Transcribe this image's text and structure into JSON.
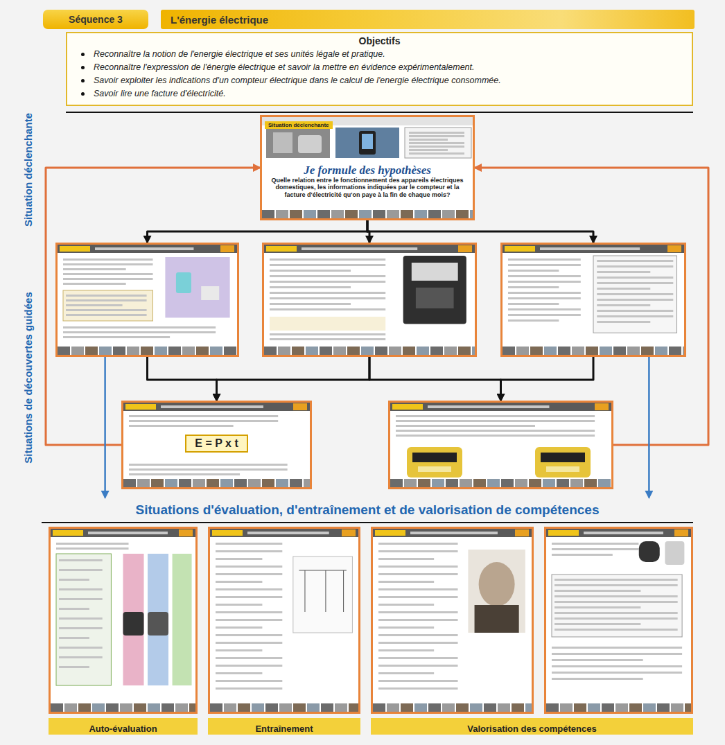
{
  "diagram": {
    "nodes": [
      {
        "text": [
          "Séquence 3"
        ]
      },
      {
        "text": [
          "L'énergie électrique"
        ]
      },
      {
        "text": [
          "Objectifs",
          "Reconnaître la notion de l'energie électrique et ses unités légale et pratique.",
          "Reconnaître l'expression de l'énergie électrique et savoir la mettre en évidence expérimentalement.",
          "Savoir exploiter les indications d'un compteur électrique dans le calcul de l'energie électrique consommée.",
          "Savoir lire une facture d'électricité."
        ]
      },
      {
        "text": [
          "Situation déclenchante",
          "Je formule des hypothèses",
          "Quelle relation entre le fonctionnement des appareils électriques domestiques, les informations indiquées par le compteur et la facture d'électricité qu'on paye à la fin de chaque mois?"
        ]
      },
      {
        "text": []
      },
      {
        "text": []
      },
      {
        "text": []
      },
      {
        "text": [
          "E = P x t"
        ]
      },
      {
        "text": []
      },
      {
        "text": [
          "Situations d'évaluation, d'entraînement et de valorisation de compétences"
        ]
      },
      {
        "text": [],
        "in": 9
      },
      {
        "text": [],
        "in": 9
      },
      {
        "text": [],
        "in": 9
      },
      {
        "text": [],
        "in": 9
      },
      {
        "text": [
          "Auto-évaluation"
        ],
        "in": 9
      },
      {
        "text": [
          "Entraînement"
        ],
        "in": 9
      },
      {
        "text": [
          "Valorisation des compétences"
        ],
        "in": 9
      }
    ],
    "edges": [
      {
        "from": 3,
        "to": 4,
        "arrow": "to"
      },
      {
        "from": 3,
        "to": 5,
        "arrow": "to"
      },
      {
        "from": 3,
        "to": 6,
        "arrow": "to"
      },
      {
        "from": 4,
        "to": 7,
        "arrow": "to"
      },
      {
        "from": 5,
        "to": 7,
        "arrow": "to"
      },
      {
        "from": 5,
        "to": 8,
        "arrow": "to"
      },
      {
        "from": 6,
        "to": 8,
        "arrow": "to"
      },
      {
        "from": 7,
        "to": 3,
        "arrow": "to"
      },
      {
        "from": 8,
        "to": 3,
        "arrow": "to"
      },
      {
        "from": 4,
        "to": 9,
        "arrow": "to"
      },
      {
        "from": 6,
        "to": 9,
        "arrow": "to"
      }
    ],
    "labels": [
      "Situation déclenchante",
      "Situations de découvertes guidées"
    ]
  }
}
